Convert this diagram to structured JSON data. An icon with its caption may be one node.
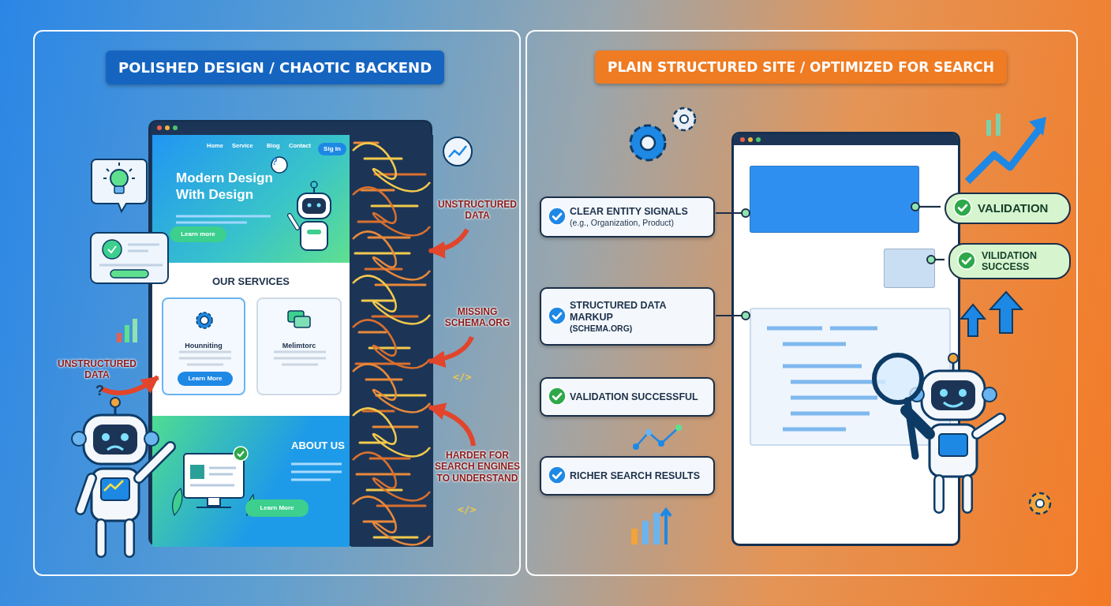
{
  "diagram": {
    "nodes": [
      {
        "text": [
          "POLISHED DESIGN / CHAOTIC BACKEND"
        ]
      },
      {
        "text": [],
        "shape": "box",
        "in": 0
      },
      {
        "text": [
          "Modern Design With Design"
        ],
        "in": 1
      },
      {
        "text": [
          "Learn more"
        ],
        "in": 2
      },
      {
        "text": [
          "Sig In"
        ],
        "in": 2
      },
      {
        "text": [
          "OUR SERVICES"
        ],
        "in": 1
      },
      {
        "text": [
          "Hounniting"
        ],
        "in": 5
      },
      {
        "text": [
          "Learn More"
        ],
        "in": 6
      },
      {
        "text": [
          "Melimtorc"
        ],
        "in": 5
      },
      {
        "text": [
          "ABOUT US"
        ],
        "in": 1
      },
      {
        "text": [
          "Learn More"
        ],
        "in": 9
      },
      {
        "text": [],
        "shape": "picture",
        "in": 1
      },
      {
        "text": [
          "UNSTRUCTURED DATA"
        ],
        "in": 0
      },
      {
        "text": [
          "UNSTRUCTURED DATA"
        ],
        "in": 0
      },
      {
        "text": [
          "MISSING SCHEMA.ORG"
        ],
        "in": 0
      },
      {
        "text": [
          "HARDER FOR SEARCH ENGINES TO UNDERSTAND"
        ],
        "in": 0
      },
      {
        "text": [
          "PLAIN STRUCTURED SITE / OPTIMIZED FOR SEARCH"
        ]
      },
      {
        "text": [],
        "shape": "box",
        "in": 16
      },
      {
        "text": [],
        "shape": "box",
        "in": 17
      },
      {
        "text": [],
        "shape": "box",
        "in": 17
      },
      {
        "text": [],
        "shape": "box",
        "in": 17
      },
      {
        "text": [
          "CLEAR ENTITY SIGNALS",
          "(e.g., Organization, Product)"
        ],
        "in": 16
      },
      {
        "text": [
          "STRUCTURED DATA MARKUP",
          "(SCHEMA.ORG)"
        ],
        "in": 16
      },
      {
        "text": [
          "VALIDATION SUCCESSFUL"
        ],
        "in": 16
      },
      {
        "text": [
          "RICHER SEARCH RESULTS"
        ],
        "in": 16
      },
      {
        "text": [
          "VALIDATION"
        ],
        "in": 16
      },
      {
        "text": [
          "VILIDATION SUCCESS"
        ],
        "in": 16
      }
    ],
    "edges": [
      {
        "from": 12,
        "to": 6,
        "arrow": "to",
        "style": "thick",
        "color": "#e2452b"
      },
      {
        "from": 13,
        "to": 11,
        "arrow": "to",
        "style": "thick",
        "color": "#e2452b"
      },
      {
        "from": 14,
        "to": 11,
        "arrow": "to",
        "style": "thick",
        "color": "#e2452b"
      },
      {
        "from": 15,
        "to": 11,
        "arrow": "to",
        "style": "thick",
        "color": "#e2452b"
      },
      {
        "from": 21,
        "to": 18,
        "arrow": "other",
        "color": "#1b2f48"
      },
      {
        "from": 22,
        "to": 19,
        "arrow": "other",
        "color": "#1b2f48"
      },
      {
        "from": 25,
        "to": 18,
        "arrow": "other",
        "color": "#1b2f48"
      },
      {
        "from": 26,
        "to": 20,
        "arrow": "other",
        "color": "#1b2f48"
      }
    ],
    "labels": [
      "Home",
      "Service",
      "Blog",
      "Contact",
      "?",
      "</>",
      "?",
      "</>"
    ]
  }
}
